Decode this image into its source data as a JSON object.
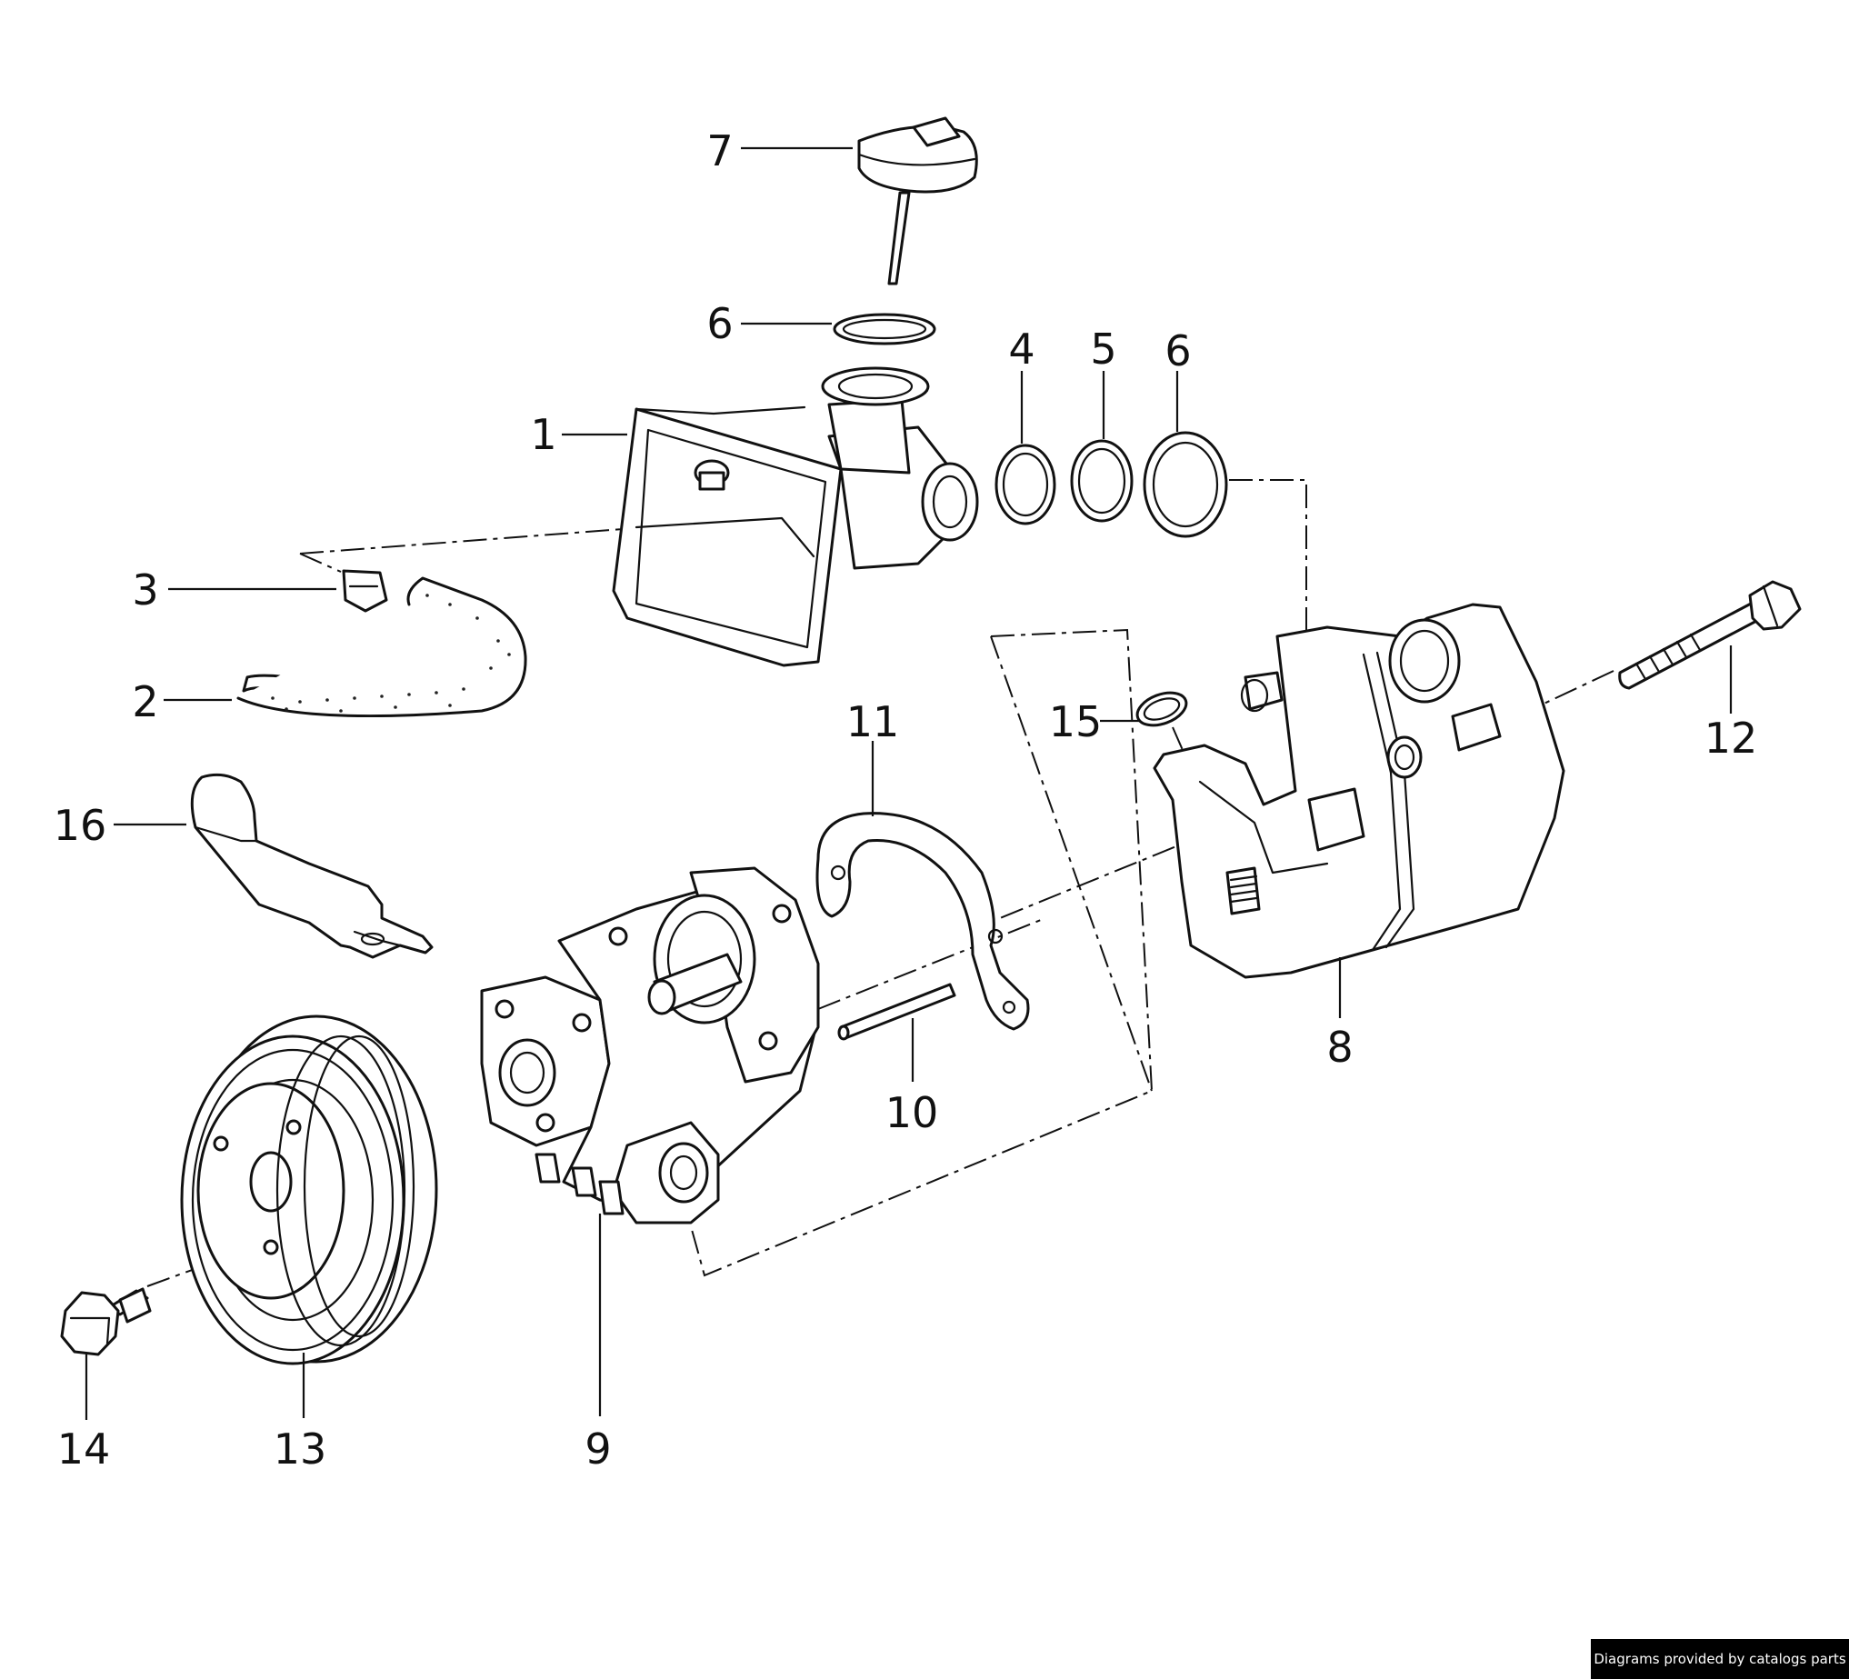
{
  "diagram": {
    "callouts": [
      "1",
      "2",
      "3",
      "4",
      "5",
      "6",
      "6",
      "7",
      "8",
      "9",
      "10",
      "11",
      "12",
      "13",
      "14",
      "15",
      "16"
    ]
  },
  "credit": {
    "text": "Diagrams provided by catalogs parts"
  }
}
